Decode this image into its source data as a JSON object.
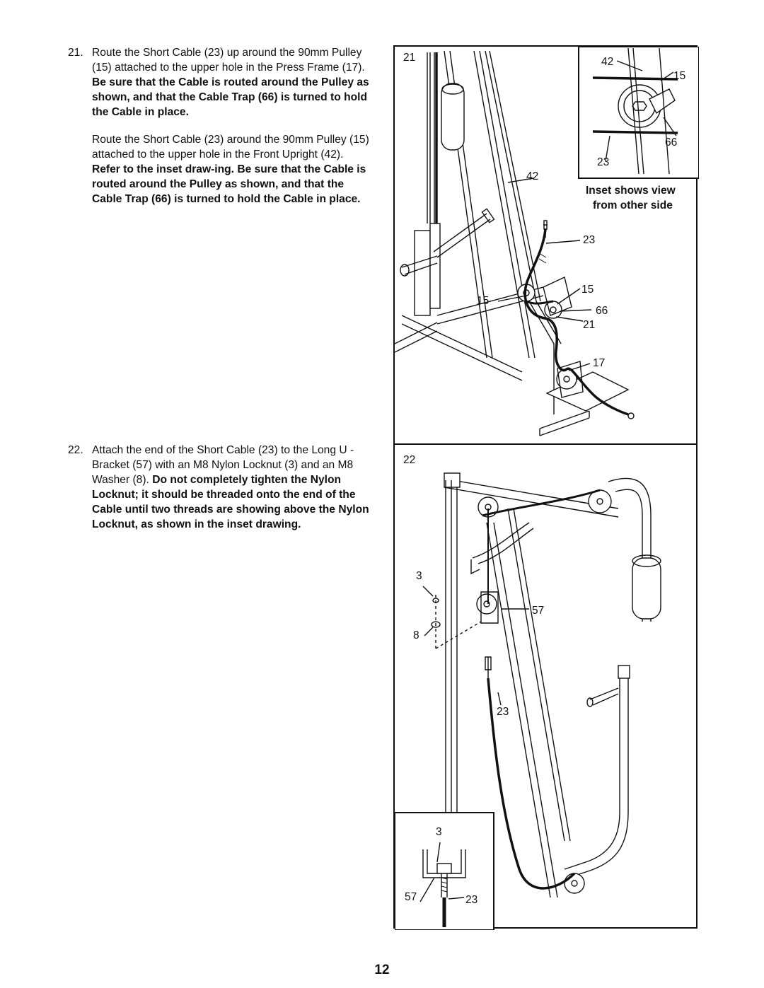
{
  "steps": [
    {
      "number": "21.",
      "paragraphs": [
        {
          "plain": "Route the Short Cable (23) up around the 90mm Pulley (15) attached to the upper hole in the Press Frame (17). ",
          "bold": "Be sure that the Cable is routed around the Pulley as shown, and that the Cable Trap (66) is turned to hold the Cable in place."
        },
        {
          "plain": "Route the Short Cable (23) around the 90mm Pulley (15) attached to the upper hole in the Front Upright (42). ",
          "bold": "Refer to the inset draw-ing. Be sure that the Cable is routed around the Pulley as shown, and that the Cable Trap (66) is turned to hold the Cable in place."
        }
      ]
    },
    {
      "number": "22.",
      "paragraphs": [
        {
          "plain": "Attach the end of the Short Cable (23) to the Long U -Bracket (57) with an M8 Nylon Locknut (3) and an M8 Washer (8). ",
          "bold": "Do not completely tighten the Nylon Locknut; it should be threaded onto the end of the Cable until two threads are showing above the Nylon Locknut, as shown in the inset drawing."
        }
      ]
    }
  ],
  "figure21": {
    "step_label": "21",
    "labels": {
      "front_upright": "42",
      "cable_top": "23",
      "pulley_left": "15",
      "pulley_right": "15",
      "cable_trap": "66",
      "step_ref": "21",
      "press_frame": "17"
    },
    "inset": {
      "upright": "42",
      "pulley": "15",
      "trap": "66",
      "cable": "23",
      "caption_line1": "Inset shows view",
      "caption_line2": "from other side"
    }
  },
  "figure22": {
    "step_label": "22",
    "labels": {
      "locknut": "3",
      "washer": "8",
      "bracket": "57",
      "cable": "23"
    },
    "inset": {
      "locknut": "3",
      "bracket": "57",
      "cable": "23"
    }
  },
  "page_number": "12"
}
